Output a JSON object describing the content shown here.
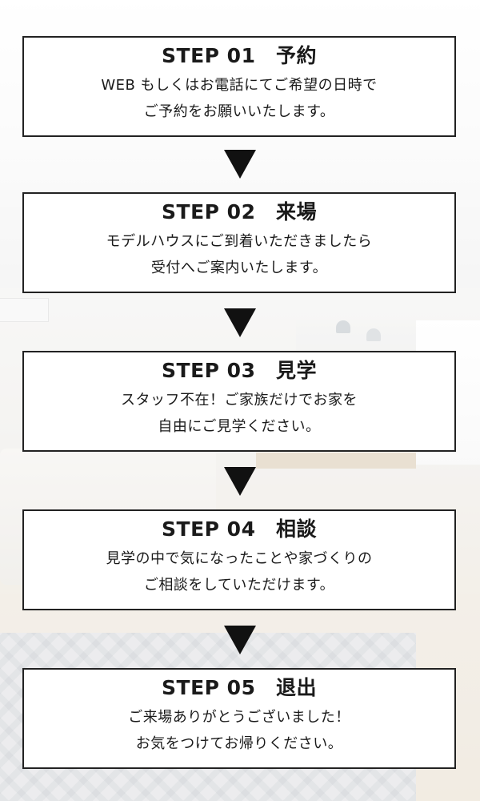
{
  "steps": [
    {
      "title": "STEP 01　予約",
      "lines": [
        "WEB もしくはお電話にてご希望の日時で",
        "ご予約をお願いいたします。"
      ]
    },
    {
      "title": "STEP 02　来場",
      "lines": [
        "モデルハウスにご到着いただきましたら",
        "受付へご案内いたします。"
      ]
    },
    {
      "title": "STEP 03　見学",
      "lines": [
        "スタッフ不在！ご家族だけでお家を",
        "自由にご見学ください。"
      ]
    },
    {
      "title": "STEP 04　相談",
      "lines": [
        "見学の中で気になったことや家づくりの",
        "ご相談をしていただけます。"
      ]
    },
    {
      "title": "STEP 05　退出",
      "lines": [
        "ご来場ありがとうございました！",
        "お気をつけてお帰りください。"
      ]
    }
  ],
  "colors": {
    "box_border": "#222222",
    "box_fill": "#ffffff",
    "arrow": "#111111"
  },
  "icons": {
    "arrow": "down-triangle-icon"
  }
}
